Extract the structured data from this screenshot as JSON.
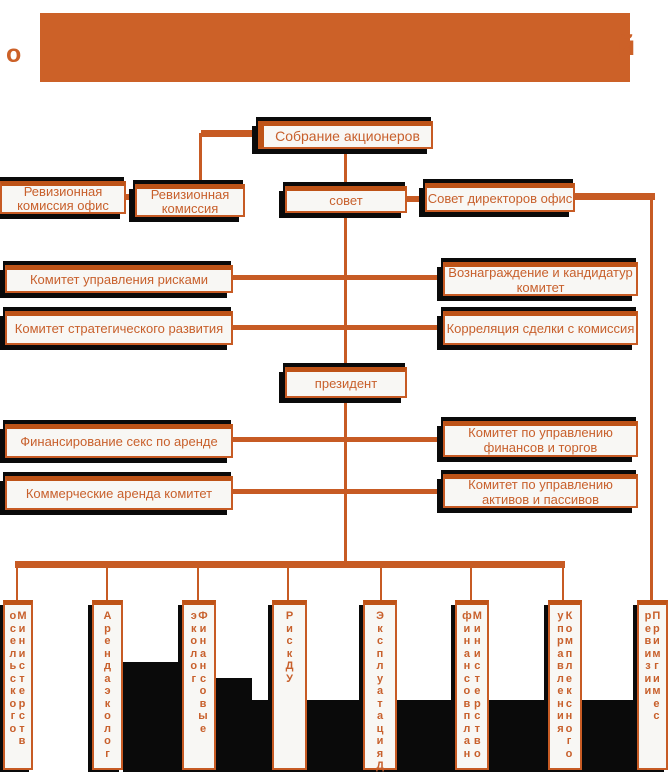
{
  "title": {
    "visible_left": "о",
    "visible_right": "й"
  },
  "colors": {
    "orange_band": "#CC6128",
    "orange_border": "#C75B24",
    "orange_bar_dark": "#BE5317",
    "box_fill": "#F8F7F4",
    "text_orange": "#C8602C",
    "shadow_black": "#0a0a0a"
  },
  "nodes": {
    "sobranie": {
      "label": "Собрание акционеров"
    },
    "rev_office": {
      "label": "Ревизионная комиссия офис"
    },
    "rev_comm": {
      "label": "Ревизионная комиссия"
    },
    "sovet": {
      "label": "совет"
    },
    "sovet_dir": {
      "label": "Совет директоров офис"
    },
    "risk_comm": {
      "label": "Комитет управления рисками"
    },
    "voznagr": {
      "label": "Вознаграждение и кандидатур комитет"
    },
    "strat_comm": {
      "label": "Комитет стратегического развития"
    },
    "korrel": {
      "label": "Корреляция сделки с комиссия"
    },
    "president": {
      "label": "президент"
    },
    "fin_seks": {
      "label": "Финансирование секс по аренде"
    },
    "kom_fin": {
      "label": "Комитет по управлению финансов и торгов"
    },
    "kommerch": {
      "label": "Коммерческие аренда комитет"
    },
    "kom_akt": {
      "label": "Комитет по управлению активов и пассивов"
    }
  },
  "bottom_nodes": [
    {
      "id": "ministerstvo-selskogo",
      "columns": [
        "осельского",
        "Министерств"
      ]
    },
    {
      "id": "arenda-ekolog",
      "columns": [
        "Арендаэколог"
      ]
    },
    {
      "id": "finansovye-ekolog",
      "columns": [
        "эколог",
        "Финансовые"
      ]
    },
    {
      "id": "risk-du",
      "columns": [
        "РискДУ"
      ]
    },
    {
      "id": "ekspluatacija-du",
      "columns": [
        "ЭксплуатацияДУ"
      ]
    },
    {
      "id": "ministerstvo-finansovplan",
      "columns": [
        "финансовплан",
        "Министерство"
      ]
    },
    {
      "id": "kompleksnogo-upravlenija",
      "columns": [
        "управления",
        "Комплексного"
      ]
    },
    {
      "id": "primgimes-revizii",
      "columns": [
        "ревизии",
        "Примгимес"
      ]
    }
  ]
}
